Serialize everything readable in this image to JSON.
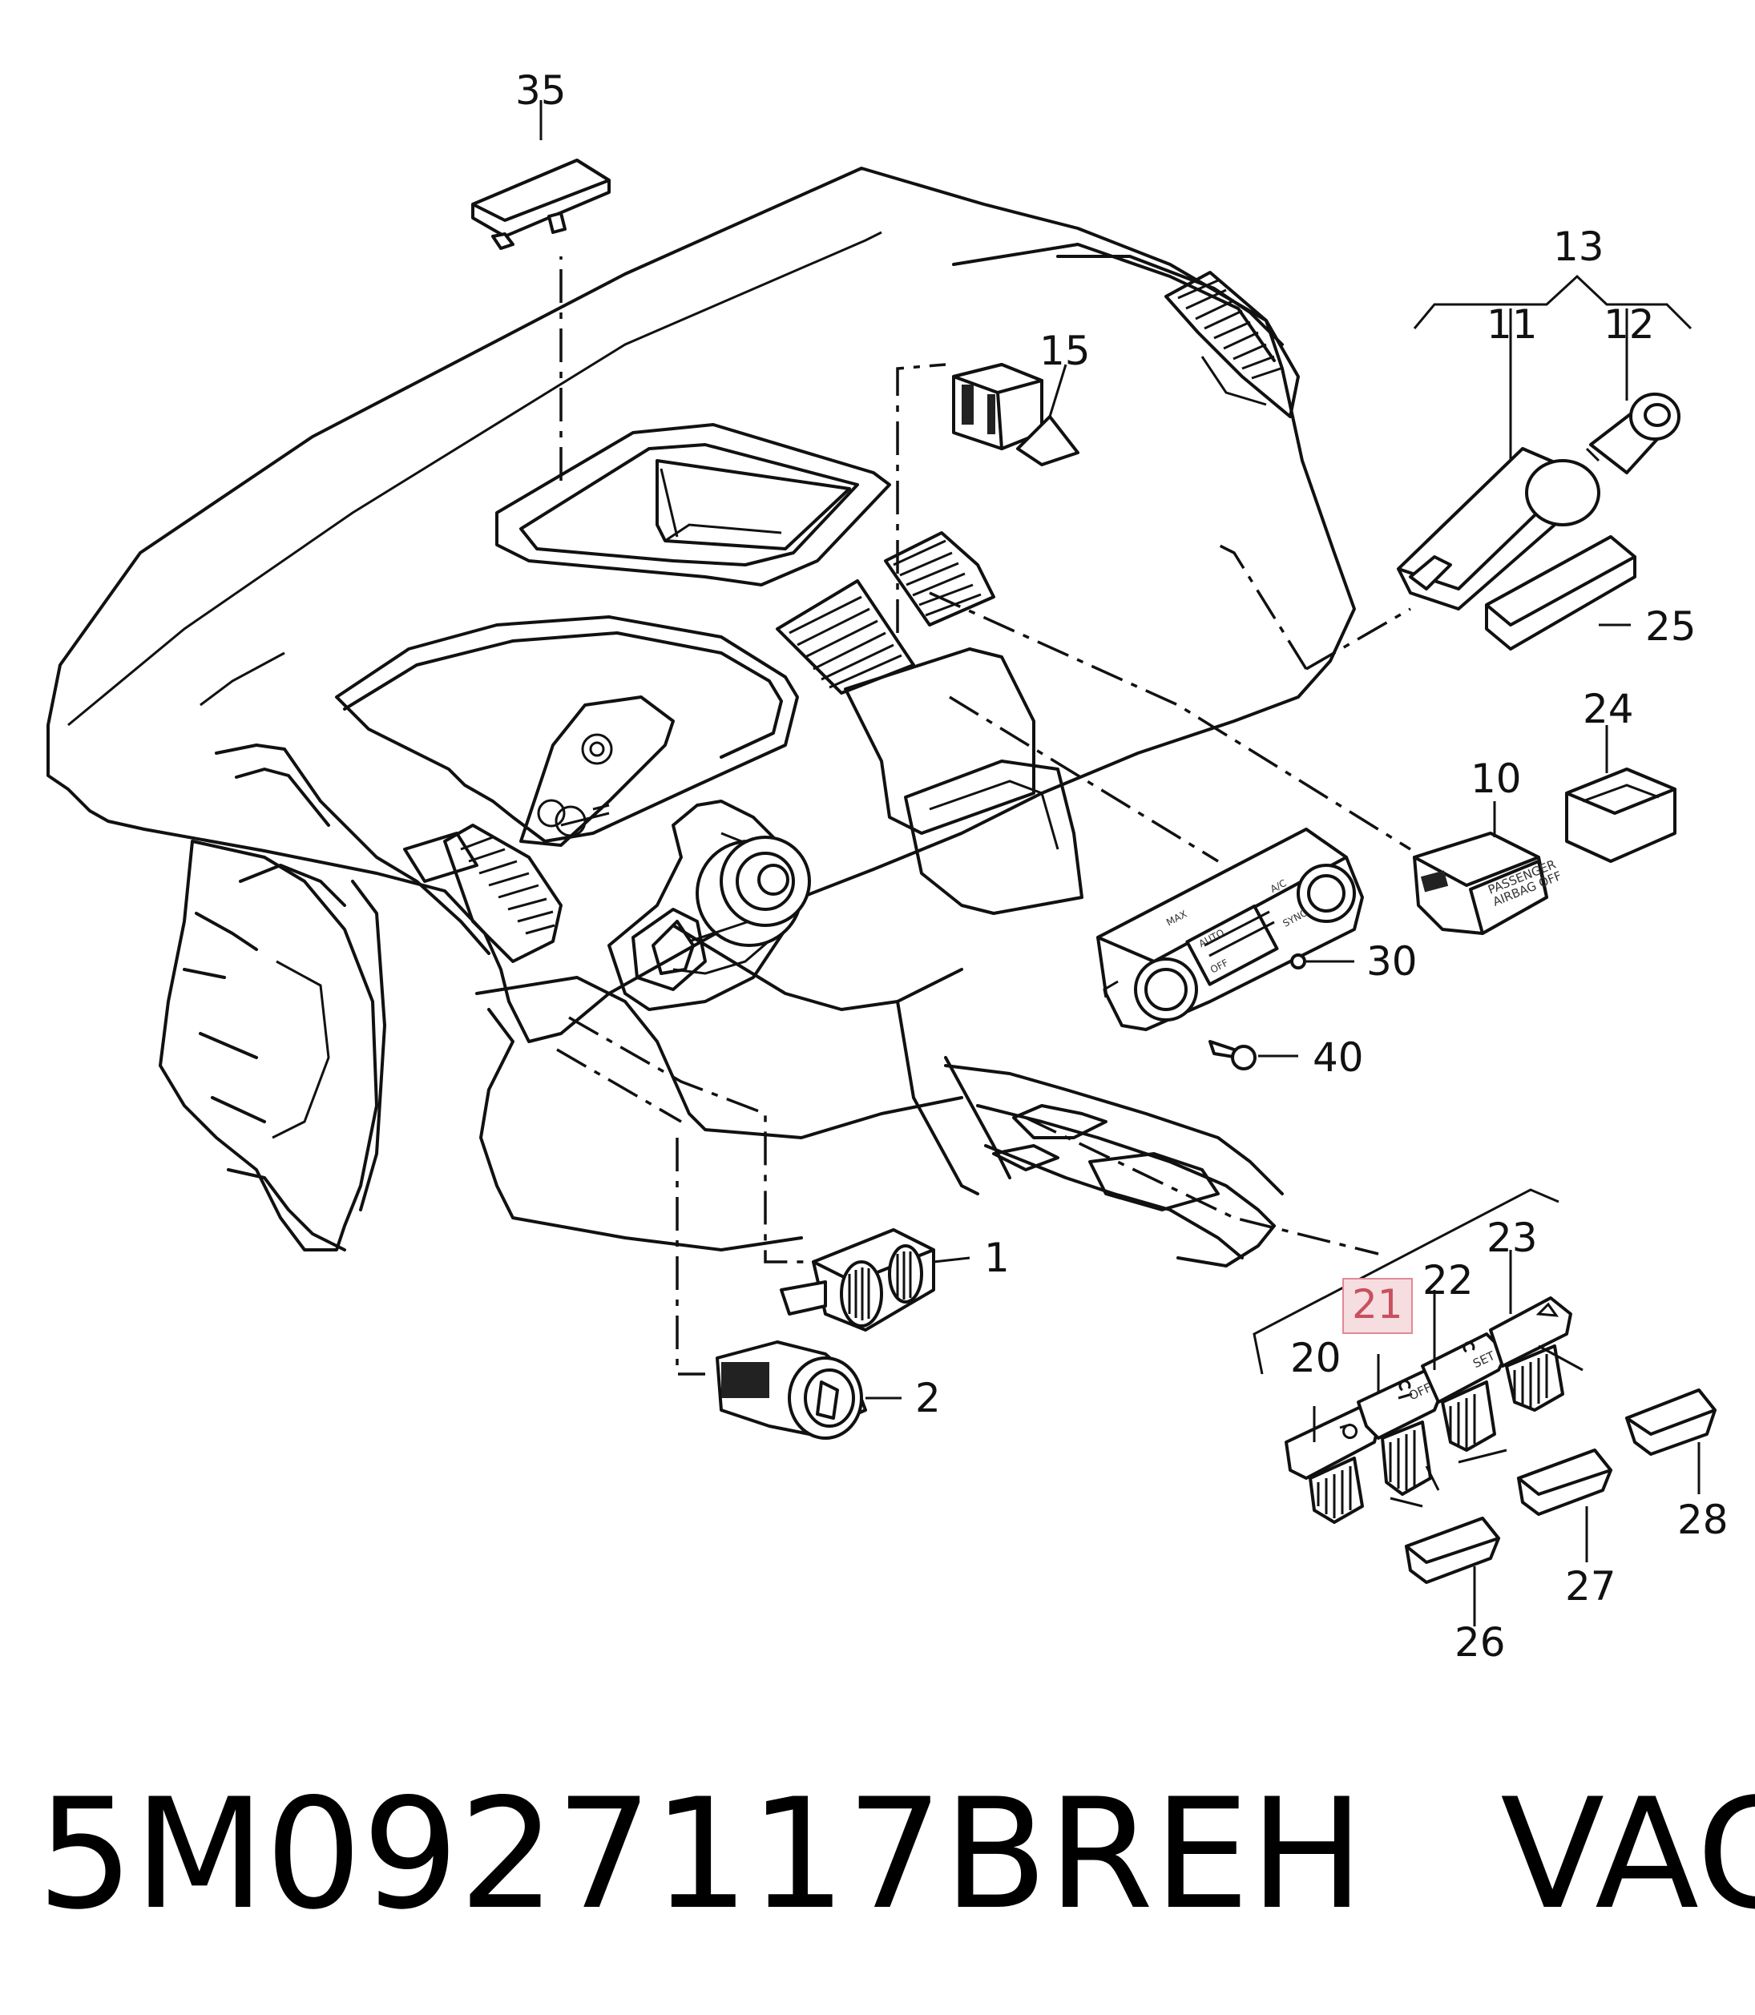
{
  "diagram": {
    "callouts": {
      "c35": "35",
      "c15": "15",
      "c13": "13",
      "c11": "11",
      "c12": "12",
      "c25": "25",
      "c24": "24",
      "c10": "10",
      "c30": "30",
      "c40": "40",
      "c1": "1",
      "c2": "2",
      "c23": "23",
      "c22": "22",
      "c21": "21",
      "c20": "20",
      "c28": "28",
      "c27": "27",
      "c26": "26"
    },
    "switch_text": {
      "passenger": "PASSENGER",
      "airbag_off": "AIRBAG OFF",
      "off": "OFF",
      "set": "SET"
    },
    "climate_buttons": {
      "max": "MAX",
      "auto": "AUTO",
      "off": "OFF",
      "ac": "A/C",
      "sync": "SYNC"
    },
    "highlighted_callout": "21"
  },
  "footer": {
    "part_number": "5M0927117BREH",
    "brand": "VAG"
  }
}
